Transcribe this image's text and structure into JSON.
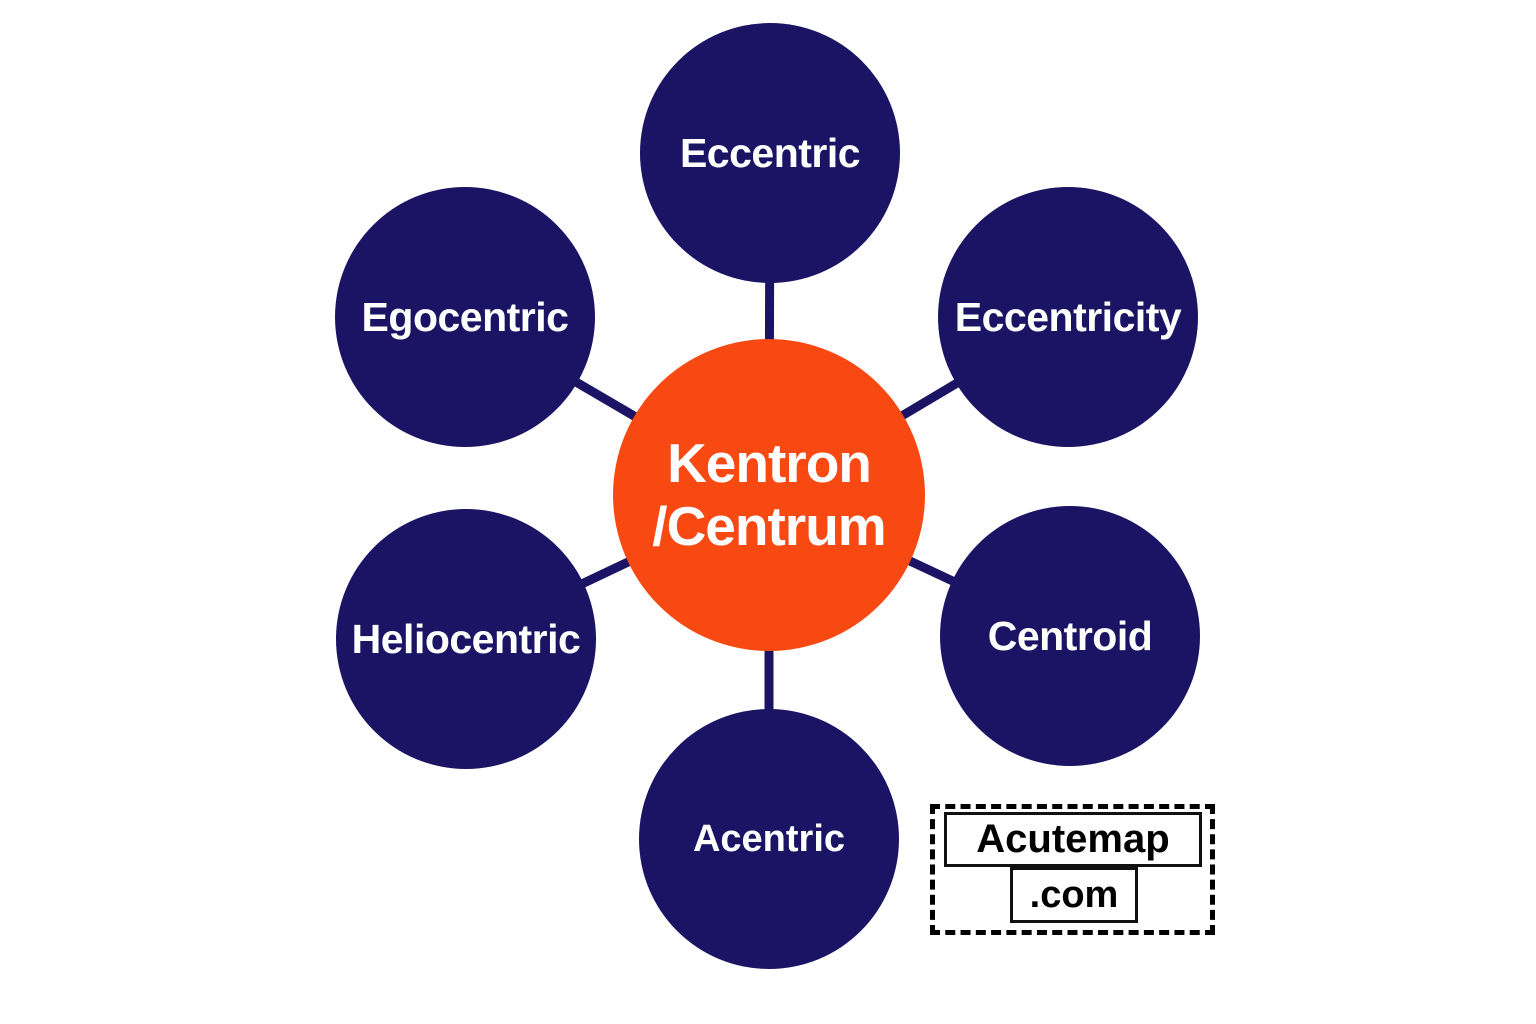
{
  "colors": {
    "node_fill": "#1b1464",
    "center_fill": "#f94913",
    "connector": "#1b1464",
    "label_text": "#ffffff",
    "watermark_text": "#000000"
  },
  "diagram": {
    "center": {
      "line1": "Kentron",
      "line2": "/Centrum"
    },
    "nodes": [
      {
        "label": "Eccentric",
        "position": "top"
      },
      {
        "label": "Eccentricity",
        "position": "top-right"
      },
      {
        "label": "Centroid",
        "position": "bottom-right"
      },
      {
        "label": "Acentric",
        "position": "bottom"
      },
      {
        "label": "Heliocentric",
        "position": "bottom-left"
      },
      {
        "label": "Egocentric",
        "position": "top-left"
      }
    ]
  },
  "watermark": {
    "name": "Acutemap",
    "tld": ".com"
  }
}
